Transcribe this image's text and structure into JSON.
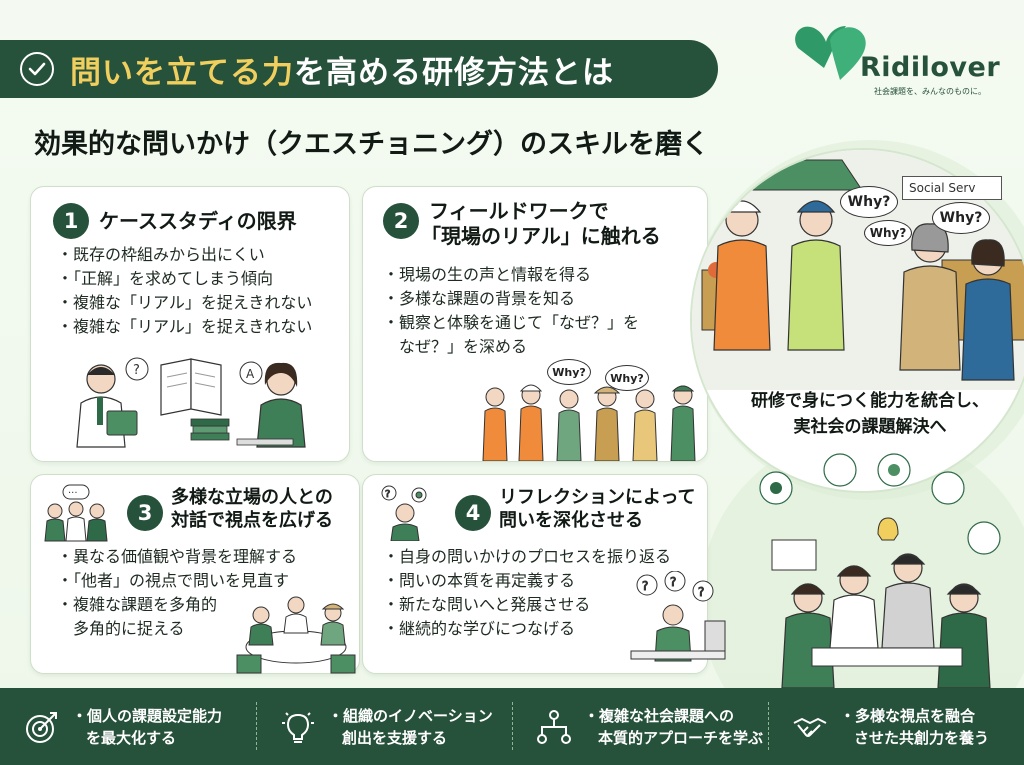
{
  "header": {
    "title_highlight": "問いを立てる力",
    "title_rest": "を高める研修方法とは"
  },
  "logo": {
    "name": "Ridilover",
    "tagline": "社会課題を、みんなのものに。"
  },
  "subtitle": "効果的な問いかけ（クエスチョニング）のスキルを磨く",
  "cards": [
    {
      "number": "1",
      "title_lines": [
        "ケーススタディの限界"
      ],
      "bullets": [
        "既存の枠組みから出にくい",
        "「正解」を求めてしまう傾向",
        "複雑な「リアル」を捉えきれない",
        "複雑な「リアル」を捉えきれない"
      ]
    },
    {
      "number": "2",
      "title_lines": [
        "フィールドワークで",
        "「現場のリアル」に触れる"
      ],
      "bullets": [
        "現場の生の声と情報を得る",
        "多様な課題の背景を知る",
        "観察と体験を通じて「なぜ？」を",
        "なぜ？」を深める"
      ],
      "speech": [
        "Why?",
        "Why?"
      ]
    },
    {
      "number": "3",
      "title_lines": [
        "多様な立場の人との",
        "対話で視点を広げる"
      ],
      "bullets": [
        "異なる価値観や背景を理解する",
        "「他者」の視点で問いを見直す",
        "複雑な課題を多角的",
        "多角的に捉える"
      ]
    },
    {
      "number": "4",
      "title_lines": [
        "リフレクションによって",
        "問いを深化させる"
      ],
      "bullets": [
        "自身の問いかけのプロセスを振り返る",
        "問いの本質を再定義する",
        "新たな問いへと発展させる",
        "継続的な学びにつなげる"
      ]
    }
  ],
  "scene": {
    "sign": "Social Serv",
    "bubbles": [
      "Why?",
      "Why?",
      "Why?"
    ],
    "caption_lines": [
      "研修で身につく能力を統合し、",
      "実社会の課題解決へ"
    ]
  },
  "footer": [
    {
      "icon": "target-icon",
      "line1": "個人の課題設定能力",
      "line2": "を最大化する"
    },
    {
      "icon": "lightbulb-icon",
      "line1": "組織のイノベーション",
      "line2": "創出を支援する"
    },
    {
      "icon": "network-icon",
      "line1": "複雑な社会課題への",
      "line2": "本質的アプローチを学ぶ"
    },
    {
      "icon": "handshake-icon",
      "line1": "多様な視点を融合",
      "line2": "させた共創力を養う"
    }
  ],
  "colors": {
    "primary_green": "#26513a",
    "highlight_yellow": "#f1cf5f",
    "light_green": "#dcecd5"
  }
}
